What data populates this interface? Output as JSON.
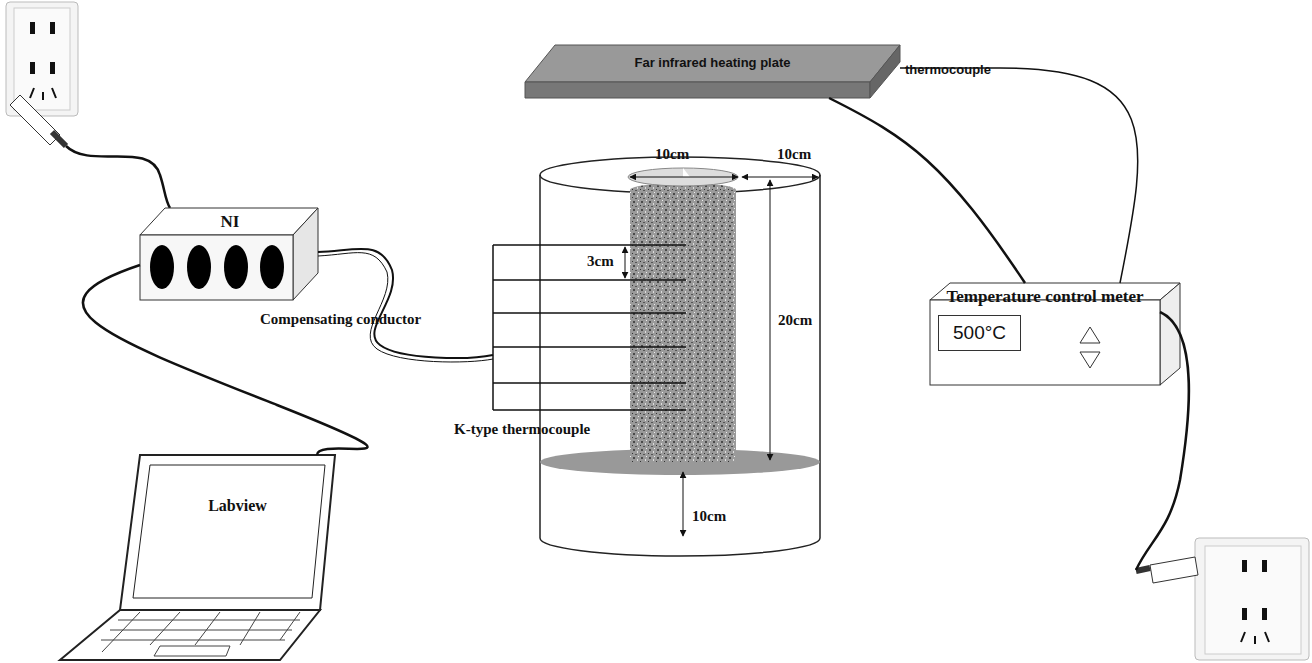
{
  "diagram": {
    "nodes": [
      {
        "text": [
          "Far infrared heating plate"
        ]
      },
      {
        "text": [
          "NI"
        ]
      },
      {
        "text": [
          "Temperature control meter",
          "500°C"
        ]
      },
      {
        "text": [
          "Labview"
        ]
      }
    ],
    "edges": [
      {
        "from": 1,
        "to": 3,
        "arrow": "none"
      },
      {
        "from": 0,
        "to": 2,
        "arrow": "none"
      },
      {
        "from": 0,
        "to": 2,
        "arrow": "none"
      }
    ],
    "labels": [
      "thermocouple",
      "10cm",
      "10cm",
      "3cm",
      "20cm",
      "Compensating conductor",
      "K-type thermocouple",
      "10cm"
    ]
  }
}
